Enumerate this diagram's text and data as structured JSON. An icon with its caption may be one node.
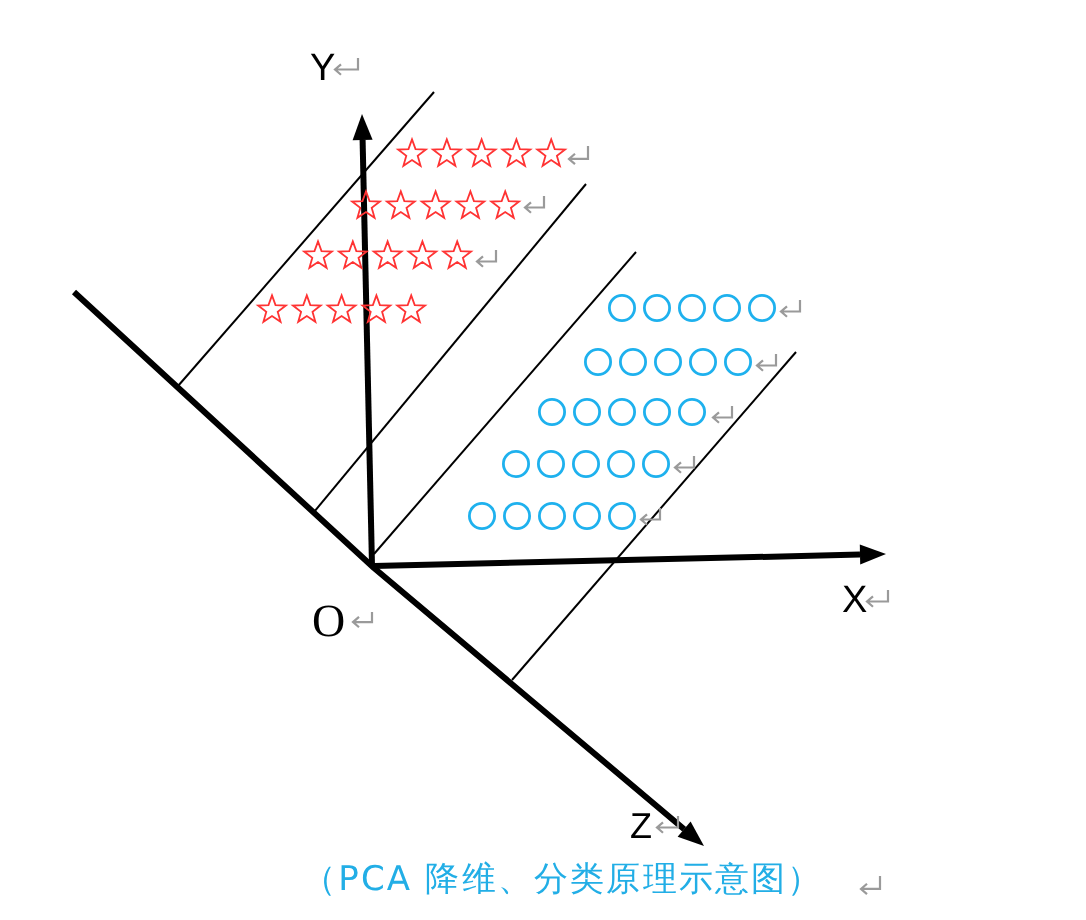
{
  "diagram": {
    "caption": "（PCA 降维、分类原理示意图）",
    "labels": [
      "Y",
      "X",
      "O",
      "Z"
    ]
  }
}
